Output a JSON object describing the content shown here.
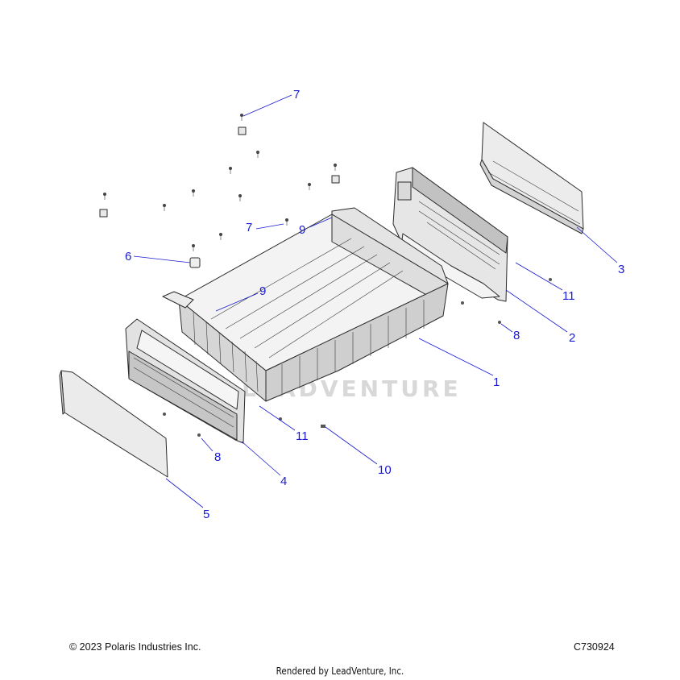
{
  "watermark": "LEADVENTURE",
  "callouts": {
    "c1": "1",
    "c2": "2",
    "c3": "3",
    "c4": "4",
    "c5": "5",
    "c6": "6",
    "c7a": "7",
    "c7b": "7",
    "c8a": "8",
    "c8b": "8",
    "c9a": "9",
    "c9b": "9",
    "c10": "10",
    "c11a": "11",
    "c11b": "11"
  },
  "footer": {
    "copyright": "© 2023 Polaris Industries Inc.",
    "diagram_id": "C730924",
    "rendered_by": "Rendered by LeadVenture, Inc."
  },
  "colors": {
    "callout": "#1a1ad0",
    "part_fill": "#f2f2f2",
    "part_shade": "#c9c9c9"
  }
}
